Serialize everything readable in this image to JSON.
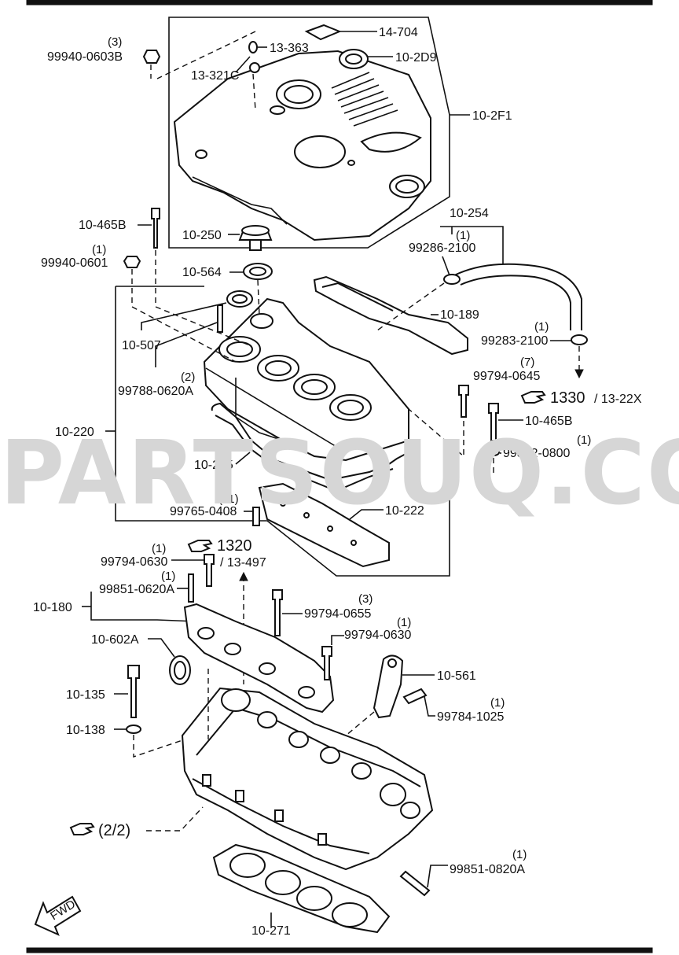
{
  "watermark": "PARTSOUQ.COM",
  "labels": {
    "p14704": "14-704",
    "p102D9": "10-2D9",
    "p13363": "13-363",
    "p13321C": "13-321C",
    "p99940_0603B_qty": "(3)",
    "p99940_0603B": "99940-0603B",
    "p102F1": "10-2F1",
    "p10465B_top": "10-465B",
    "p10250": "10-250",
    "p99940_0601_qty": "(1)",
    "p99940_0601": "99940-0601",
    "p10564": "10-564",
    "p10254": "10-254",
    "p99286_2100_qty": "(1)",
    "p99286_2100": "99286-2100",
    "p10189": "10-189",
    "p10507": "10-507",
    "p99283_2100_qty": "(1)",
    "p99283_2100": "99283-2100",
    "p99788_0620A_qty": "(2)",
    "p99788_0620A": "99788-0620A",
    "p99794_0645_qty": "(7)",
    "p99794_0645": "99794-0645",
    "ref1330": "1330",
    "ref1330_sub": "/ 13-22X",
    "p10220": "10-220",
    "p10465B_mid": "10-465B",
    "p99562_0800_qty": "(1)",
    "p99562_0800": "99562-0800",
    "p10235": "10-235",
    "p99765_0408_qty": "(11)",
    "p99765_0408": "99765-0408",
    "p10222": "10-222",
    "ref1320": "1320",
    "ref1320_sub": "/ 13-497",
    "p99794_0630a_qty": "(1)",
    "p99794_0630a": "99794-0630",
    "p99851_0620A_qty": "(1)",
    "p99851_0620A": "99851-0620A",
    "p10180": "10-180",
    "p99794_0655_qty": "(3)",
    "p99794_0655": "99794-0655",
    "p99794_0630b_qty": "(1)",
    "p99794_0630b": "99794-0630",
    "p10602A": "10-602A",
    "p10561": "10-561",
    "p10135": "10-135",
    "p99784_1025_qty": "(1)",
    "p99784_1025": "99784-1025",
    "p10138": "10-138",
    "ref2_2": "(2/2)",
    "p99851_0820A_qty": "(1)",
    "p99851_0820A": "99851-0820A",
    "fwd": "FWD",
    "p10271": "10-271"
  },
  "icons": [
    "pointing-hand-icon",
    "fwd-arrow-icon"
  ]
}
